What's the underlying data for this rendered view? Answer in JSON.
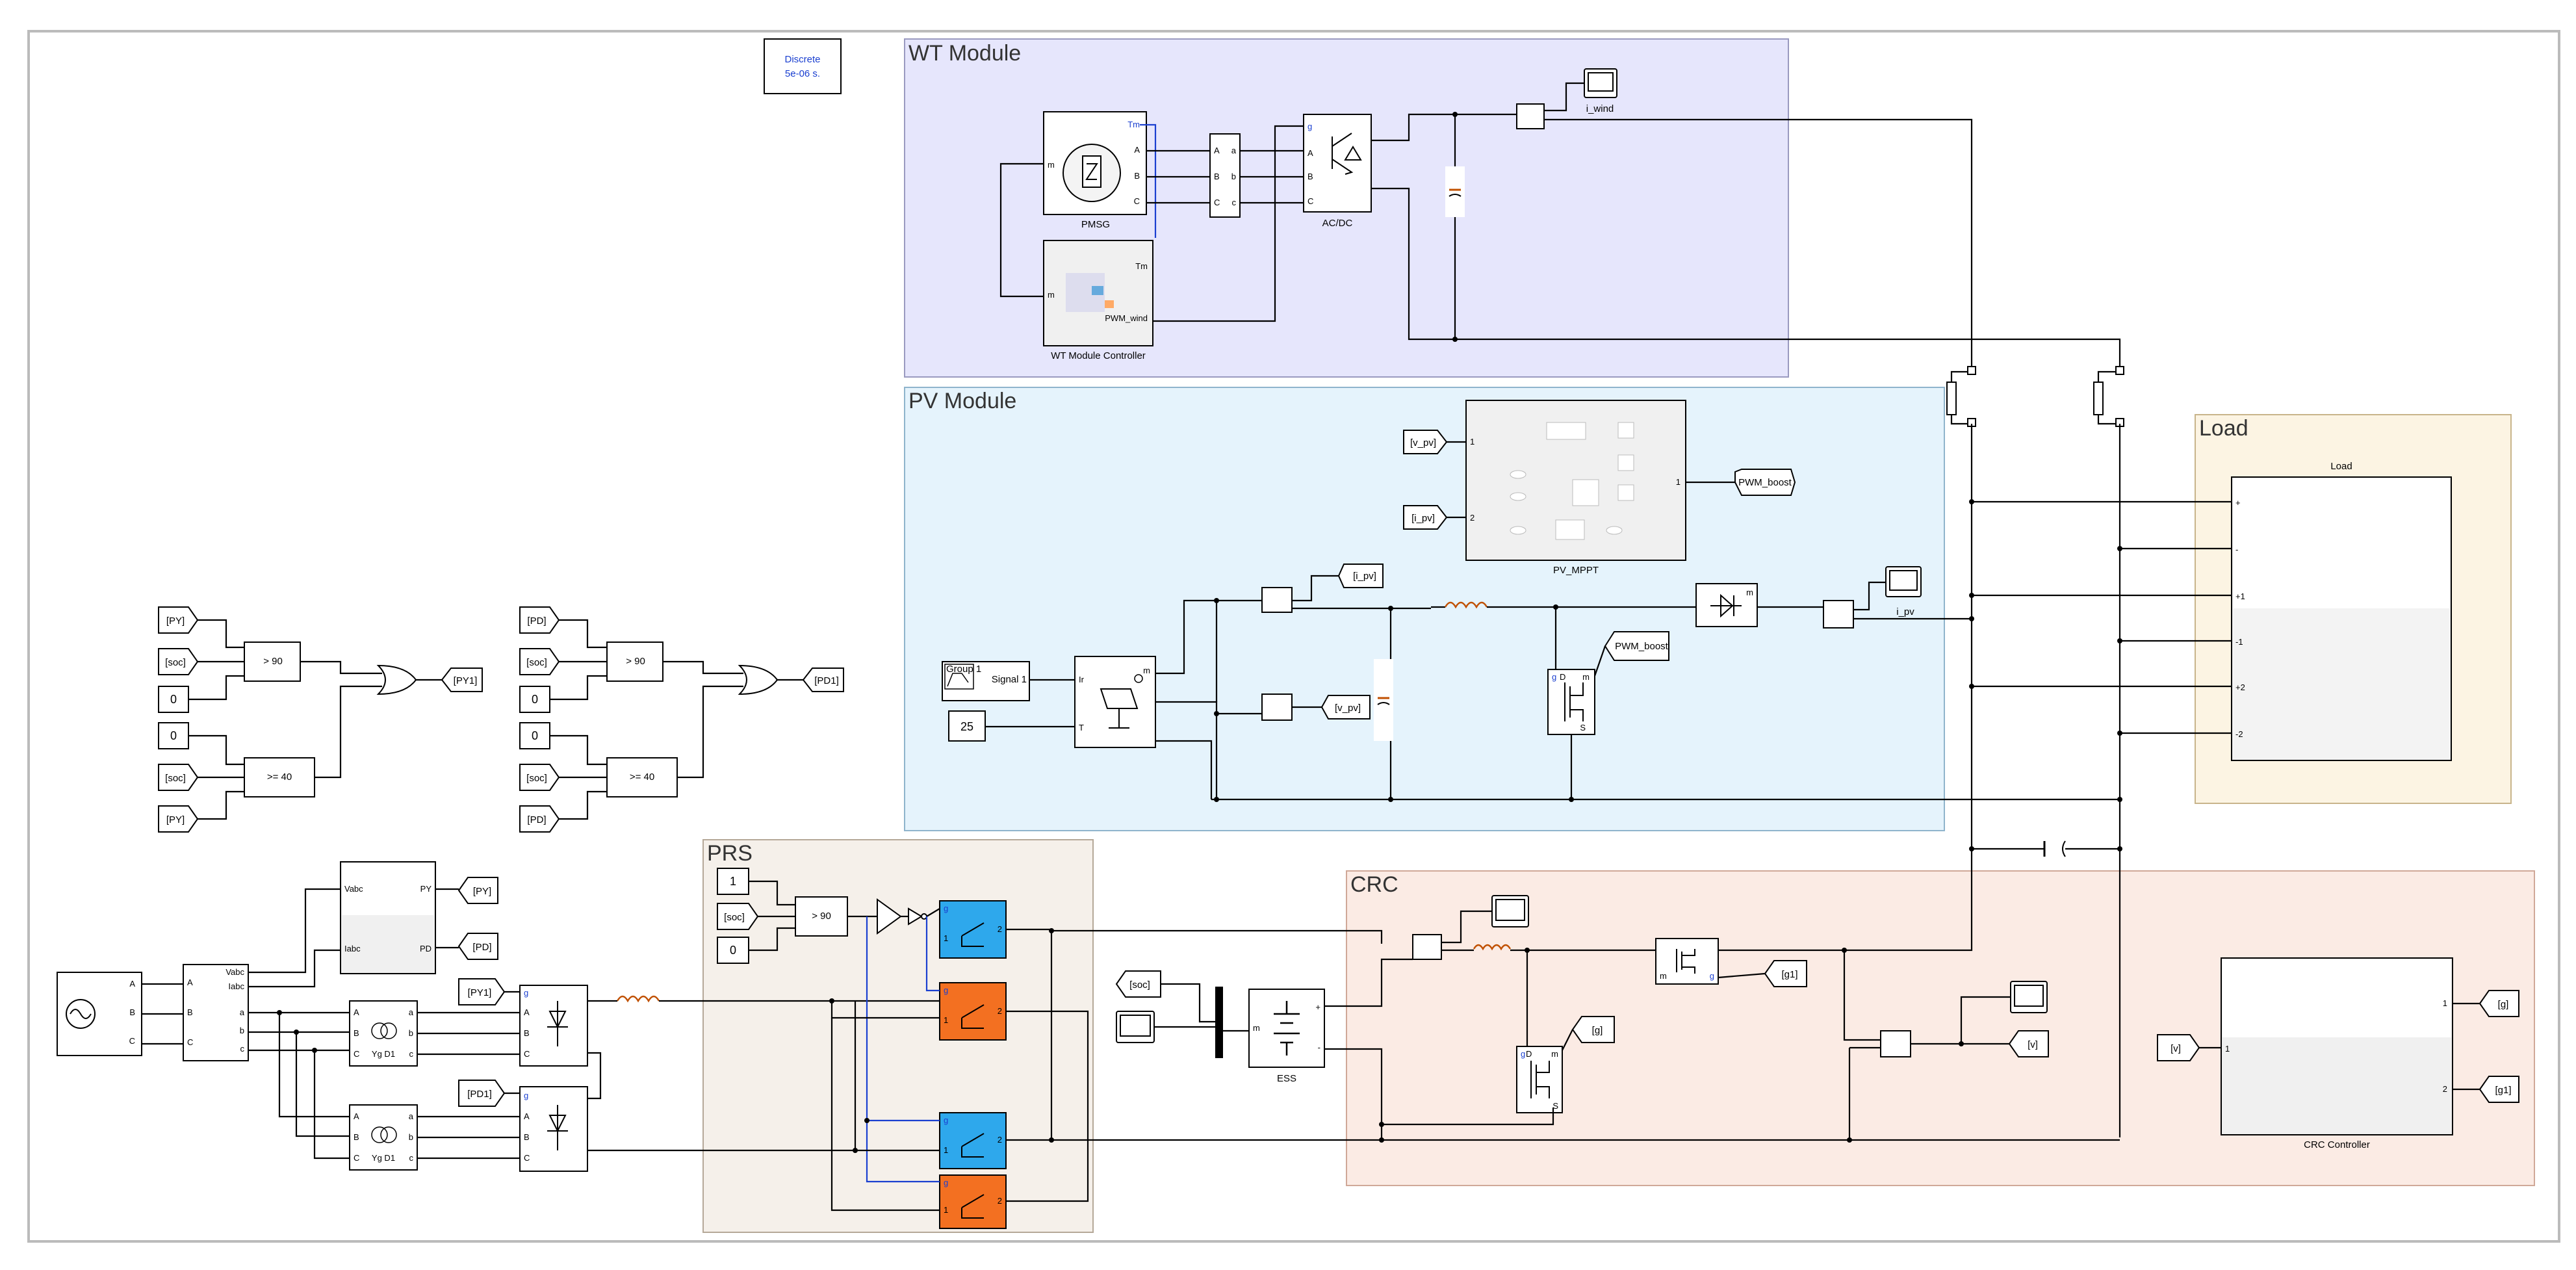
{
  "solver": {
    "line1": "Discrete",
    "line2": "5e-06 s."
  },
  "areas": {
    "wt": "WT Module",
    "pv": "PV Module",
    "load": "Load",
    "prs": "PRS",
    "crc": "CRC"
  },
  "wt": {
    "pmsg": "PMSG",
    "pmsg_ports": {
      "tm": "Tm",
      "m": "m",
      "a": "A",
      "b": "B",
      "c": "C"
    },
    "controller": "WT Module Controller",
    "controller_ports": {
      "tm": "Tm",
      "m": "m",
      "pwm": "PWM_wind"
    },
    "acdc": "AC/DC",
    "acdc_ports": {
      "g": "g",
      "a": "A",
      "b": "B",
      "c": "C"
    },
    "scope": "i_wind",
    "meas_ports": {
      "a": "a",
      "b": "b",
      "c": "c",
      "A": "A",
      "B": "B",
      "C": "C"
    }
  },
  "pv": {
    "tag_vpv": "[v_pv]",
    "tag_ipv": "[i_pv]",
    "goto_pwm": "PWM_boost",
    "mppt": "PV_MPPT",
    "mppt_ports": {
      "in1": "1",
      "in2": "2",
      "out1": "1"
    },
    "group": "Group 1",
    "signal": "Signal 1",
    "temp": "25",
    "array_ports": {
      "ir": "Ir",
      "t": "T",
      "m": "m"
    },
    "goto_ipv": "[i_pv]",
    "goto_vpv": "[v_pv]",
    "from_pwm": "PWM_boost",
    "scope": "i_pv",
    "diode_port": "m",
    "mosfet_ports": {
      "g": "g",
      "m": "m",
      "d": "D",
      "s": "S"
    }
  },
  "load": {
    "block": "Load",
    "ports": [
      "+",
      "-",
      "+1",
      "-1",
      "+2",
      "-2"
    ]
  },
  "logic1": {
    "py": "[PY]",
    "soc": "[soc]",
    "zero": "0",
    "zero2": "0",
    "soc2": "[soc]",
    "py2": "[PY]",
    "sw1": "> 90",
    "sw2": ">= 40",
    "out": "[PY1]"
  },
  "logic2": {
    "pd": "[PD]",
    "soc": "[soc]",
    "zero": "0",
    "zero2": "0",
    "soc2": "[soc]",
    "pd2": "[PD]",
    "sw1": "> 90",
    "sw2": ">= 40",
    "out": "[PD1]"
  },
  "grid": {
    "source_ports": {
      "a": "A",
      "b": "B",
      "c": "C"
    },
    "vi_ports": {
      "a": "A",
      "b": "B",
      "c": "C",
      "vabc": "Vabc",
      "iabc": "Iabc",
      "oa": "a",
      "ob": "b",
      "oc": "c"
    },
    "pll_ports": {
      "vabc": "Vabc",
      "iabc": "Iabc",
      "py": "PY",
      "pd": "PD"
    },
    "goto_py": "[PY]",
    "goto_pd": "[PD]",
    "from_py1": "[PY1]",
    "from_pd1": "[PD1]",
    "tr1_label": "Yg   D1",
    "tr2_label": "Yg   D1",
    "tr_ports": {
      "a": "A",
      "b": "B",
      "c": "C",
      "oa": "a",
      "ob": "b",
      "oc": "c"
    },
    "rect_ports": {
      "g": "g",
      "a": "A",
      "b": "B",
      "c": "C"
    }
  },
  "prs": {
    "one": "1",
    "soc": "[soc]",
    "zero": "0",
    "sw": "> 90",
    "bkr_ports": {
      "g": "g",
      "one": "1",
      "two": "2"
    }
  },
  "crc": {
    "soc": "[soc]",
    "ess": "ESS",
    "ess_ports": {
      "m": "m",
      "plus": "+",
      "minus": "-"
    },
    "from_g1": "[g1]",
    "from_g": "[g]",
    "goto_v": "[v]",
    "from_v": "[v]",
    "controller": "CRC Controller",
    "ctrl_ports": {
      "in1": "1",
      "out1": "1",
      "out2": "2"
    },
    "goto_g": "[g]",
    "goto_g1": "[g1]",
    "mosfet_ports": {
      "g": "g",
      "m": "m",
      "d": "D",
      "s": "S"
    }
  }
}
